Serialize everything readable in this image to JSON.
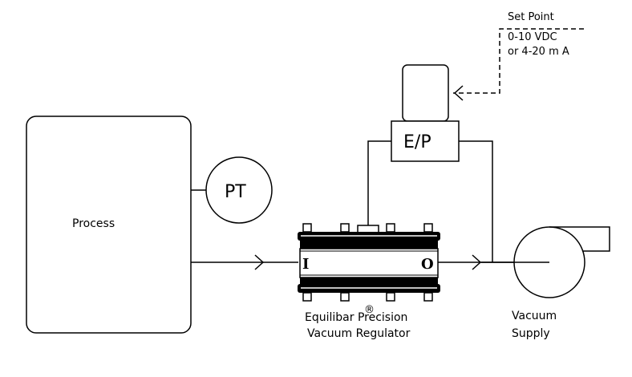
{
  "diagram": {
    "process_label": "Process",
    "pt_label": "PT",
    "ep_label": "E/P",
    "setpoint": {
      "title": "Set Point",
      "line1": "0-10 VDC",
      "line2": "or 4-20 m A"
    },
    "regulator": {
      "inlet": "I",
      "outlet": "O",
      "caption_line1": "Equilibar Precision",
      "caption_line2": "Vacuum Regulator",
      "registered": "®"
    },
    "vacuum": {
      "line1": "Vacuum",
      "line2": "Supply"
    }
  }
}
